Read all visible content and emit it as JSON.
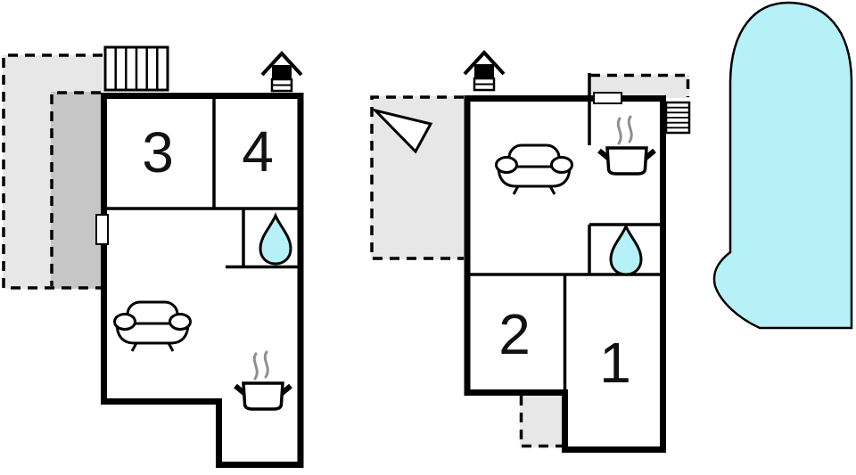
{
  "colors": {
    "background": "#ffffff",
    "wall": "#000000",
    "terrace-light": "#e7e7e7",
    "terrace-dark": "#c6c6c6",
    "water": "#b5f1f6",
    "steam": "#8f8f8f",
    "label": "#111111"
  },
  "plans": {
    "left": {
      "rooms": [
        {
          "number": "3"
        },
        {
          "number": "4"
        }
      ]
    },
    "right": {
      "rooms": [
        {
          "number": "2"
        },
        {
          "number": "1"
        }
      ]
    }
  },
  "icons": {
    "stairs": "striped-rectangle",
    "chimney": "roof-with-stack",
    "sofa": "sofa-front-view",
    "stove": "pot-with-steam-squiggles",
    "bathroom": "water-droplet",
    "direction": "triangle-arrow",
    "pool": "rounded-pool-shape",
    "window": "white-rect-on-wall"
  }
}
